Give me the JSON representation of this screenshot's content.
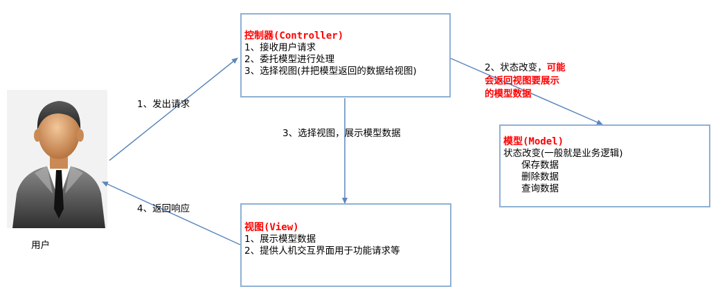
{
  "user": {
    "label": "用户"
  },
  "controller": {
    "title_cn": "控制器",
    "title_en": "(Controller)",
    "lines": [
      "1、接收用户请求",
      "2、委托模型进行处理",
      "3、选择视图(并把模型返回的数据给视图)"
    ]
  },
  "model": {
    "title_cn": "模型",
    "title_en": "(Model)",
    "lines": [
      "状态改变(一般就是业务逻辑)",
      "保存数据",
      "删除数据",
      "查询数据"
    ]
  },
  "view": {
    "title_cn": "视图",
    "title_en": "(View)",
    "lines": [
      "1、展示模型数据",
      "2、提供人机交互界面用于功能请求等"
    ]
  },
  "arrows": {
    "send_request": "1、发出请求",
    "state_change_prefix": "2、状态改变，",
    "state_change_red_1": "可能",
    "state_change_red_2": "会返回视图要展示",
    "state_change_red_3": "的模型数据",
    "select_view": "3、选择视图，展示模型数据",
    "return_response": "4、返回响应"
  },
  "colors": {
    "box_border": "#8eb0d4",
    "arrow": "#5b86bd",
    "highlight": "#ff0000"
  }
}
